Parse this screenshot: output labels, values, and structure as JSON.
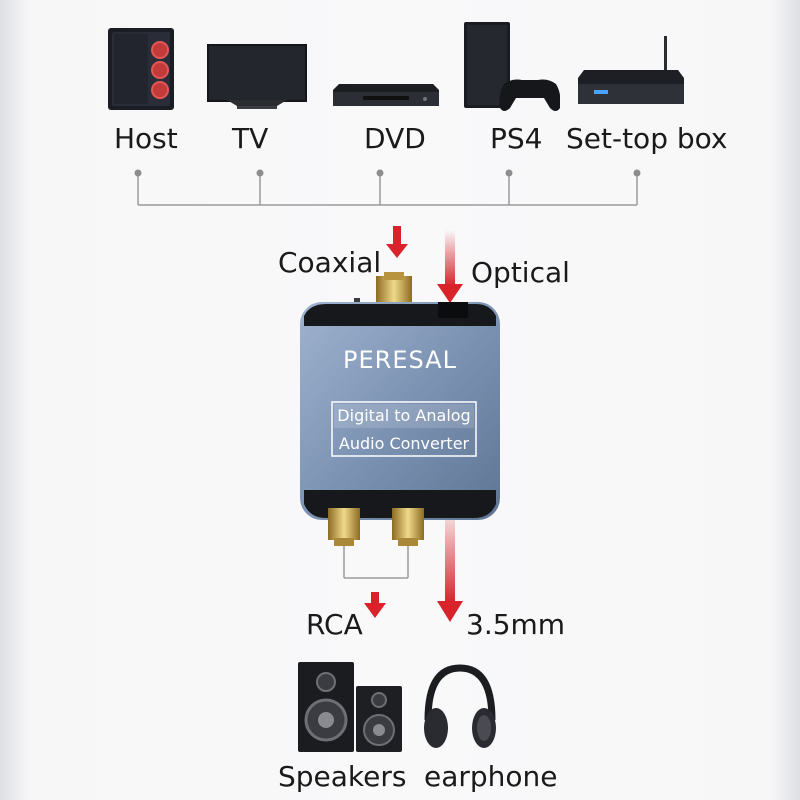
{
  "sources": [
    {
      "id": "host",
      "label": "Host",
      "icon": "pc-tower-icon"
    },
    {
      "id": "tv",
      "label": "TV",
      "icon": "tv-icon"
    },
    {
      "id": "dvd",
      "label": "DVD",
      "icon": "dvd-player-icon"
    },
    {
      "id": "ps4",
      "label": "PS4",
      "icon": "game-console-icon"
    },
    {
      "id": "stb",
      "label": "Set-top box",
      "icon": "set-top-box-icon"
    }
  ],
  "inputs": {
    "coaxial": "Coaxial",
    "optical": "Optical"
  },
  "device": {
    "brand": "PERESAL",
    "line1": "Digital to Analog",
    "line2": "Audio Converter"
  },
  "outputs": {
    "rca": "RCA",
    "jack": "3.5mm"
  },
  "targets": [
    {
      "id": "speakers",
      "label": "Speakers",
      "icon": "speakers-icon"
    },
    {
      "id": "earphone",
      "label": "earphone",
      "icon": "headphones-icon"
    }
  ],
  "colors": {
    "arrow": "#d8232a",
    "device_body": "#8aa0bd",
    "gold": "#c8a64a",
    "connector_line": "#9a9a9a"
  }
}
